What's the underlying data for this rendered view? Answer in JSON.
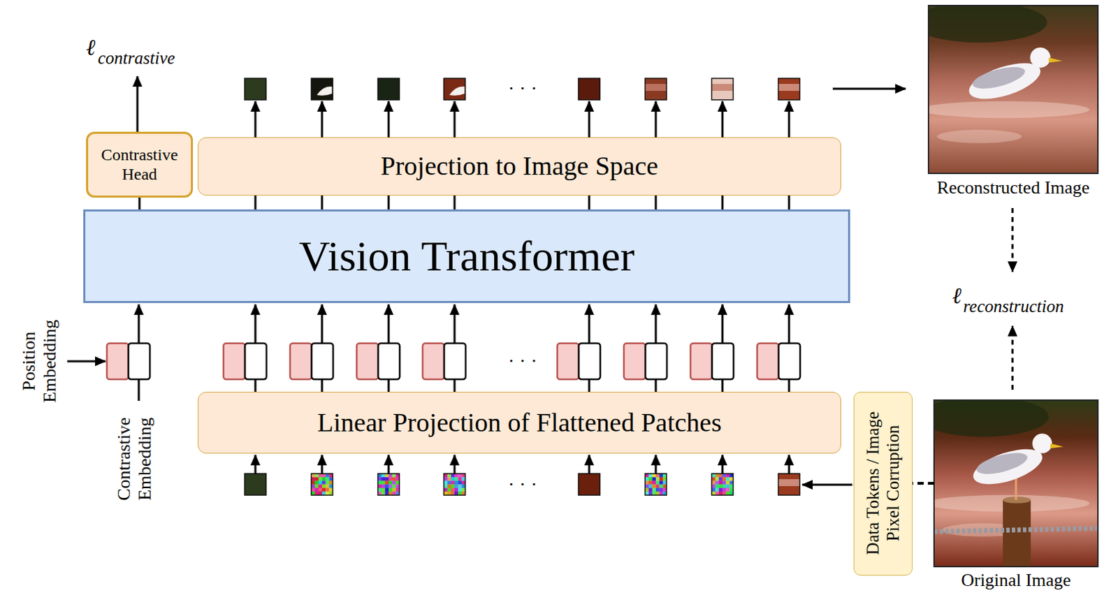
{
  "diagram": {
    "nodes": [
      {
        "text": [
          "Contrastive Head"
        ]
      },
      {
        "text": [
          "Projection to Image Space"
        ]
      },
      {
        "text": [
          "Reconstructed Image"
        ]
      },
      {
        "text": [
          "Vision Transformer"
        ]
      },
      {
        "text": [
          "Linear Projection of Flattened Patches"
        ]
      },
      {
        "text": [
          "Data Tokens / Image Pixel Corruption"
        ]
      },
      {
        "text": [
          "Original Image"
        ]
      }
    ],
    "edges": [
      {
        "from": 3,
        "to": 0,
        "arrow": "none"
      },
      {
        "from": 6,
        "to": 5,
        "arrow": "none"
      }
    ],
    "labels": [
      "ℓ",
      "contrastive",
      "ℓ",
      "reconstruction",
      "Position Embedding",
      "Contrastive Embedding",
      "· · ·",
      "· · ·",
      "· · ·"
    ]
  }
}
